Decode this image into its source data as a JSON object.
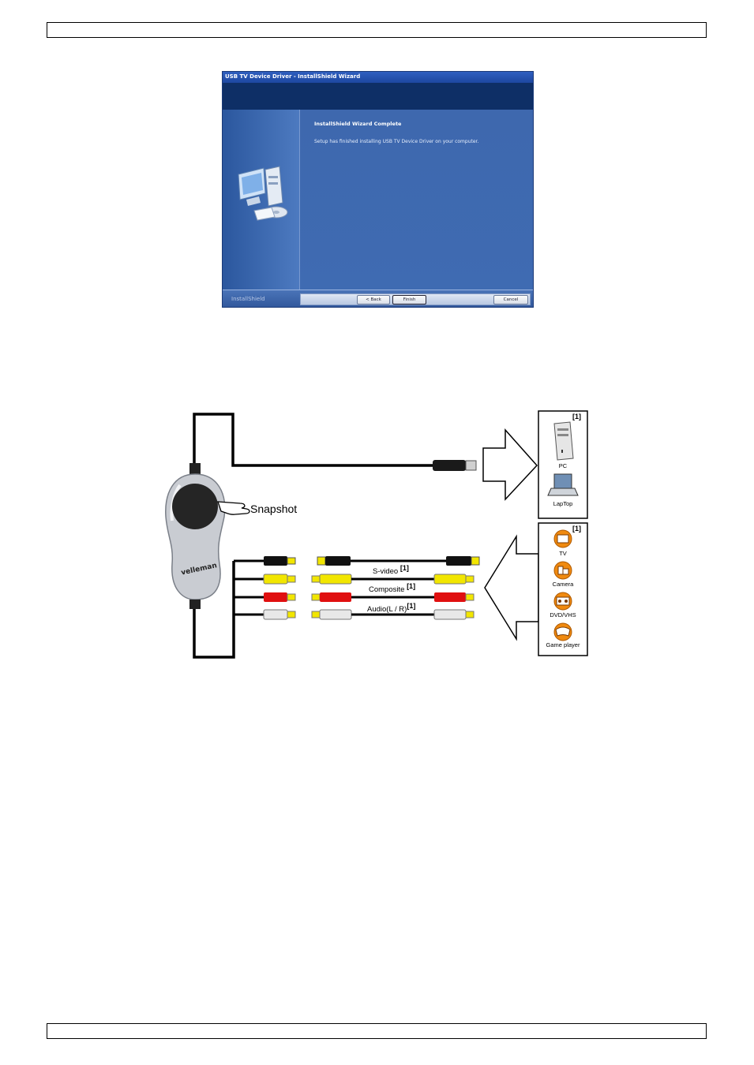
{
  "installer": {
    "title": "USB TV Device Driver - InstallShield Wizard",
    "heading": "InstallShield Wizard Complete",
    "message": "Setup has finished installing USB TV Device Driver on your computer.",
    "brand": "InstallShield",
    "buttons": {
      "back": "< Back",
      "finish": "Finish",
      "cancel": "Cancel"
    }
  },
  "diagram": {
    "snapshot_label": "Snapshot",
    "ref_marker": "[1]",
    "cables": [
      {
        "label": "S-video",
        "ref": "[1]",
        "color": "#111111"
      },
      {
        "label": "Composite",
        "ref": "[1]",
        "color": "#f2e600"
      },
      {
        "label": "Audio(L / R)",
        "ref": "[1]",
        "color": "#e01010"
      }
    ],
    "audio_white_color": "#e8e8e8",
    "computers": [
      {
        "label": "PC",
        "icon": "pc-tower-icon"
      },
      {
        "label": "LapTop",
        "icon": "laptop-icon"
      }
    ],
    "sources": [
      {
        "label": "TV",
        "icon": "tv-icon"
      },
      {
        "label": "Camera",
        "icon": "camera-icon"
      },
      {
        "label": "DVD/VHS",
        "icon": "dvd-vhs-icon"
      },
      {
        "label": "Game player",
        "icon": "game-player-icon"
      }
    ],
    "device_brand": "velleman"
  }
}
